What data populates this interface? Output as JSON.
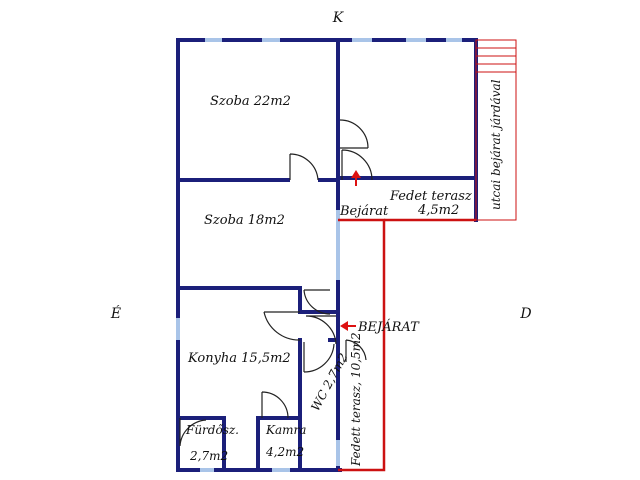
{
  "compass": {
    "north": "K",
    "west": "É",
    "east": "D"
  },
  "rooms": {
    "szoba1": "Szoba 22m2",
    "szoba2": "Szoba 18m2",
    "konyha": "Konyha 15,5m2",
    "furdo_name": "Fürdősz.",
    "furdo_area": "2,7m2",
    "kamra_name": "Kamra",
    "kamra_area": "4,2m2",
    "wc": "WC 2,7m2"
  },
  "labels": {
    "bejarat_inner": "Bejárat",
    "bejarat_outer": "BEJÁRAT",
    "fedett_terasz_top_name": "Fedet terasz",
    "fedett_terasz_top_area": "4,5m2",
    "fedett_terasz_side": "Fedett terasz, 10,5m2",
    "utcai_bejarat": "utcai bejárat járdával"
  },
  "colors": {
    "wall": "#1b1f7a",
    "window": "#a9c4e8",
    "terrace_line": "#cc1111",
    "arrow": "#dd1111",
    "door": "#222222"
  }
}
